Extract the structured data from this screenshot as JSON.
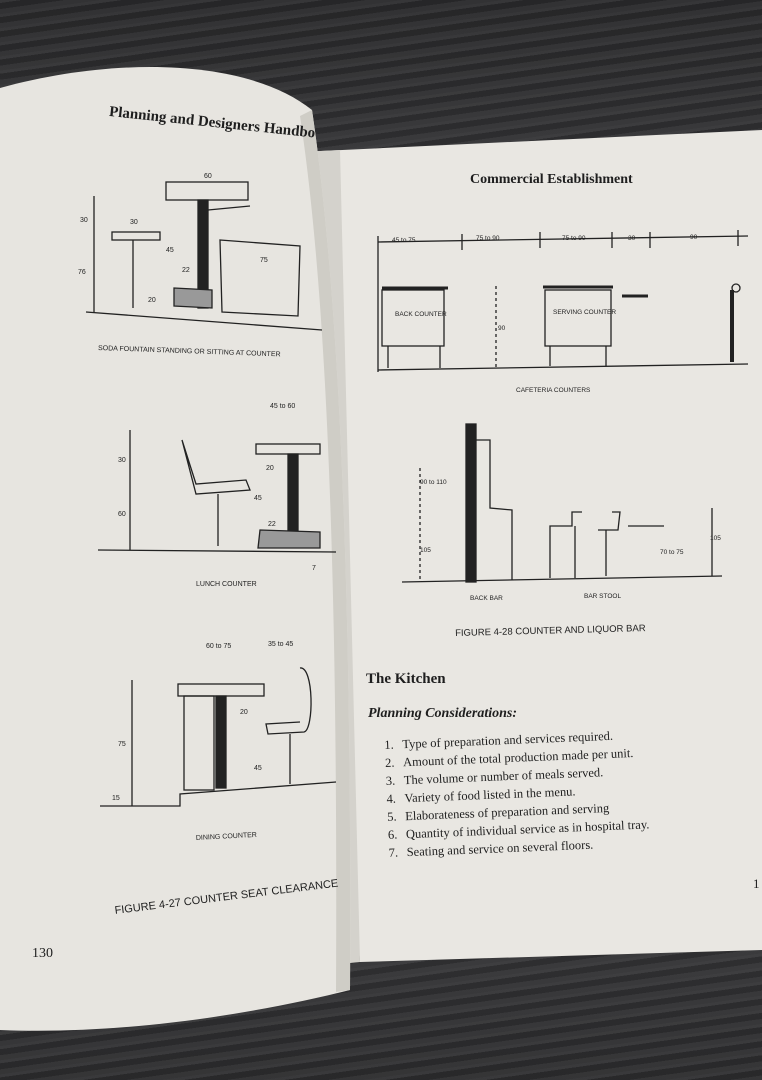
{
  "left_page": {
    "header": "Planning and Designers Handbo",
    "page_number": "130",
    "soda": {
      "label": "SODA FOUNTAIN  STANDING OR SITTING AT COUNTER",
      "dims": [
        "60",
        "30",
        "45",
        "22",
        "75",
        "76",
        "30",
        "20"
      ]
    },
    "lunch": {
      "label": "LUNCH COUNTER",
      "dims": [
        "45 to 60",
        "30",
        "20",
        "45",
        "60",
        "22",
        "7"
      ]
    },
    "dining": {
      "label": "DINING COUNTER",
      "dims": [
        "60 to 75",
        "35 to 45",
        "20",
        "75",
        "45",
        "15"
      ]
    },
    "figure_caption": "FIGURE 4-27  COUNTER SEAT CLEARANCE"
  },
  "right_page": {
    "header": "Commercial Establishment",
    "page_number": "1",
    "cafeteria": {
      "label": "CAFETERIA COUNTERS",
      "dims": [
        "45 to 75",
        "75 to 90",
        "75 to 90",
        "30",
        "90",
        "90"
      ],
      "back_counter": "BACK COUNTER",
      "serving_counter": "SERVING COUNTER"
    },
    "bar": {
      "back_bar": "BACK BAR",
      "bar_stool": "BAR STOOL",
      "dims": [
        "90 to 110",
        "105",
        "70 to 75",
        "105"
      ]
    },
    "figure_caption": "FIGURE 4-28  COUNTER AND LIQUOR BAR",
    "section_title": "The Kitchen",
    "subsection_title": "Planning Considerations:",
    "list": [
      {
        "num": "1.",
        "text": "Type of preparation and services required."
      },
      {
        "num": "2.",
        "text": "Amount of the total production made per unit."
      },
      {
        "num": "3.",
        "text": "The volume or number of meals served."
      },
      {
        "num": "4.",
        "text": "Variety of food listed in the menu."
      },
      {
        "num": "5.",
        "text": "Elaborateness of preparation and serving"
      },
      {
        "num": "6.",
        "text": "Quantity of individual service as in hospital tray."
      },
      {
        "num": "7.",
        "text": "Seating and service on several floors."
      }
    ]
  },
  "colors": {
    "page": "#e6e4df",
    "ink": "#1e1e1e",
    "table": "#3a3a3c"
  }
}
